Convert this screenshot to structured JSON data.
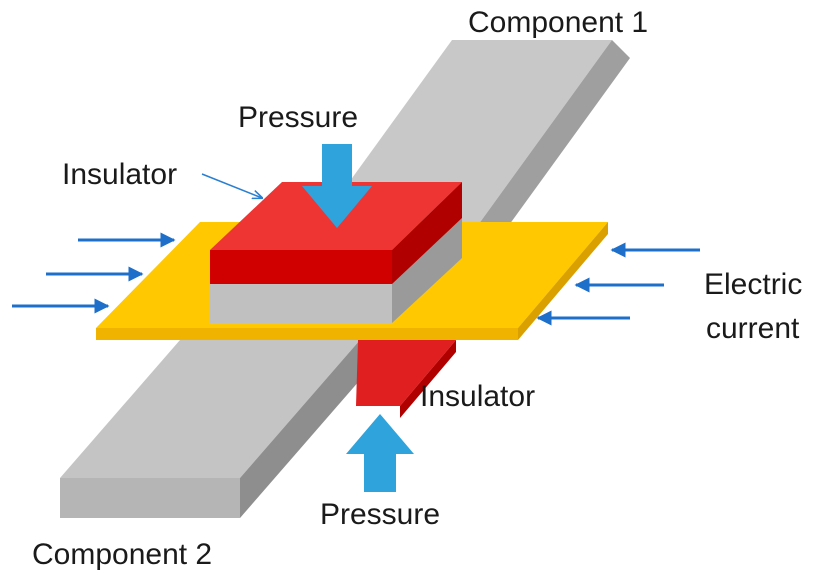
{
  "labels": {
    "component_1": "Component 1",
    "component_2": "Component 2",
    "pressure_top": "Pressure",
    "pressure_bottom": "Pressure",
    "insulator_top": "Insulator",
    "insulator_bottom": "Insulator",
    "electric_line1": "Electric",
    "electric_line2": "current"
  },
  "colors": {
    "component_face": "#c8c8c8",
    "component_side": "#9f9f9f",
    "component_top": "#bdbdbd",
    "plate_top": "#ffc800",
    "plate_edge": "#d9a000",
    "insulator_top": "#ee3030",
    "insulator_side": "#c80000",
    "pressure_arrow": "#2ea3dc",
    "current_arrow": "#1e6fc9",
    "text": "#1a1a1a"
  },
  "icons": {
    "pressure": "pressure-arrow-icon",
    "current": "current-arrow-icon",
    "leader": "leader-line-icon"
  }
}
